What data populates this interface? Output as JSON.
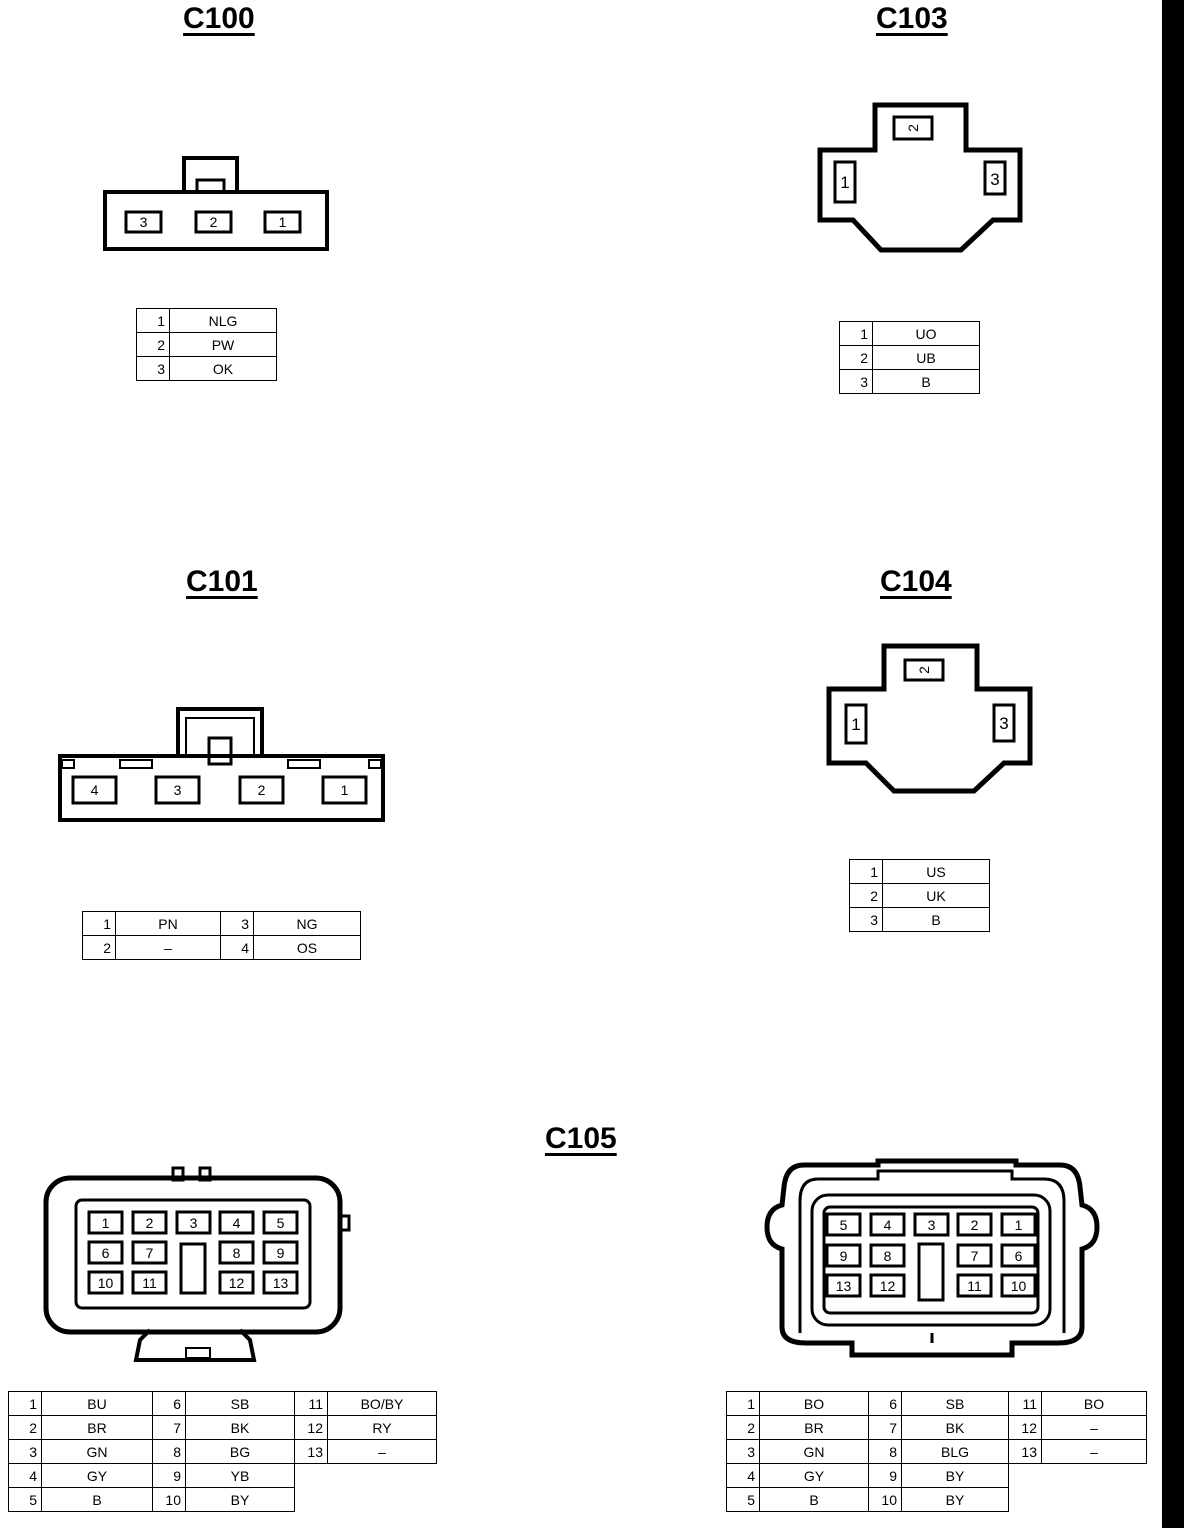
{
  "connectors": {
    "c100": {
      "title": "C100",
      "face_pins": [
        "3",
        "2",
        "1"
      ],
      "table": [
        [
          "1",
          "NLG"
        ],
        [
          "2",
          "PW"
        ],
        [
          "3",
          "OK"
        ]
      ]
    },
    "c103": {
      "title": "C103",
      "face_pins": [
        "2",
        "1",
        "3"
      ],
      "table": [
        [
          "1",
          "UO"
        ],
        [
          "2",
          "UB"
        ],
        [
          "3",
          "B"
        ]
      ]
    },
    "c101": {
      "title": "C101",
      "face_pins": [
        "4",
        "3",
        "2",
        "1"
      ],
      "table": [
        [
          "1",
          "PN",
          "3",
          "NG"
        ],
        [
          "2",
          "–",
          "4",
          "OS"
        ]
      ]
    },
    "c104": {
      "title": "C104",
      "face_pins": [
        "2",
        "1",
        "3"
      ],
      "table": [
        [
          "1",
          "US"
        ],
        [
          "2",
          "UK"
        ],
        [
          "3",
          "B"
        ]
      ]
    },
    "c105": {
      "title": "C105",
      "left_face_pins": [
        "1",
        "2",
        "3",
        "4",
        "5",
        "6",
        "7",
        "8",
        "9",
        "10",
        "11",
        "12",
        "13"
      ],
      "right_face_pins": [
        "5",
        "4",
        "3",
        "2",
        "1",
        "9",
        "8",
        "7",
        "6",
        "13",
        "12",
        "11",
        "10"
      ],
      "left_table": [
        [
          "1",
          "BU",
          "6",
          "SB",
          "11",
          "BO/BY"
        ],
        [
          "2",
          "BR",
          "7",
          "BK",
          "12",
          "RY"
        ],
        [
          "3",
          "GN",
          "8",
          "BG",
          "13",
          "–"
        ],
        [
          "4",
          "GY",
          "9",
          "YB"
        ],
        [
          "5",
          "B",
          "10",
          "BY"
        ]
      ],
      "right_table": [
        [
          "1",
          "BO",
          "6",
          "SB",
          "11",
          "BO"
        ],
        [
          "2",
          "BR",
          "7",
          "BK",
          "12",
          "–"
        ],
        [
          "3",
          "GN",
          "8",
          "BLG",
          "13",
          "–"
        ],
        [
          "4",
          "GY",
          "9",
          "BY"
        ],
        [
          "5",
          "B",
          "10",
          "BY"
        ]
      ]
    }
  }
}
